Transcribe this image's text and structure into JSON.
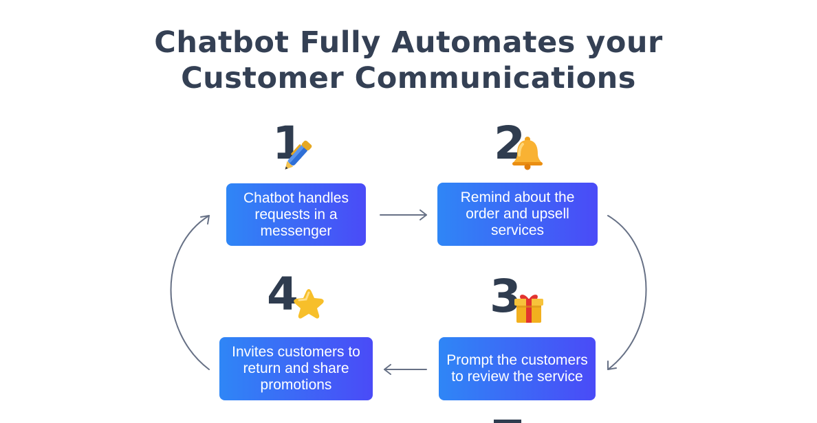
{
  "title": {
    "line1": "Chatbot Fully Automates your",
    "line2": "Customer Communications"
  },
  "steps": [
    {
      "number": "1",
      "text": "Chatbot handles requests in a messenger",
      "icon": "pen-icon"
    },
    {
      "number": "2",
      "text": "Remind about the order and upsell services",
      "icon": "bell-icon"
    },
    {
      "number": "3",
      "text": "Prompt the customers to review the service",
      "icon": "gift-icon"
    },
    {
      "number": "4",
      "text": "Invites customers to return and share promotions",
      "icon": "star-icon"
    }
  ],
  "colors": {
    "title": "#344054",
    "number": "#2f3c4f",
    "card_gradient_start": "#2f86f6",
    "card_gradient_end": "#4a4bf7",
    "arrow": "#667085"
  }
}
